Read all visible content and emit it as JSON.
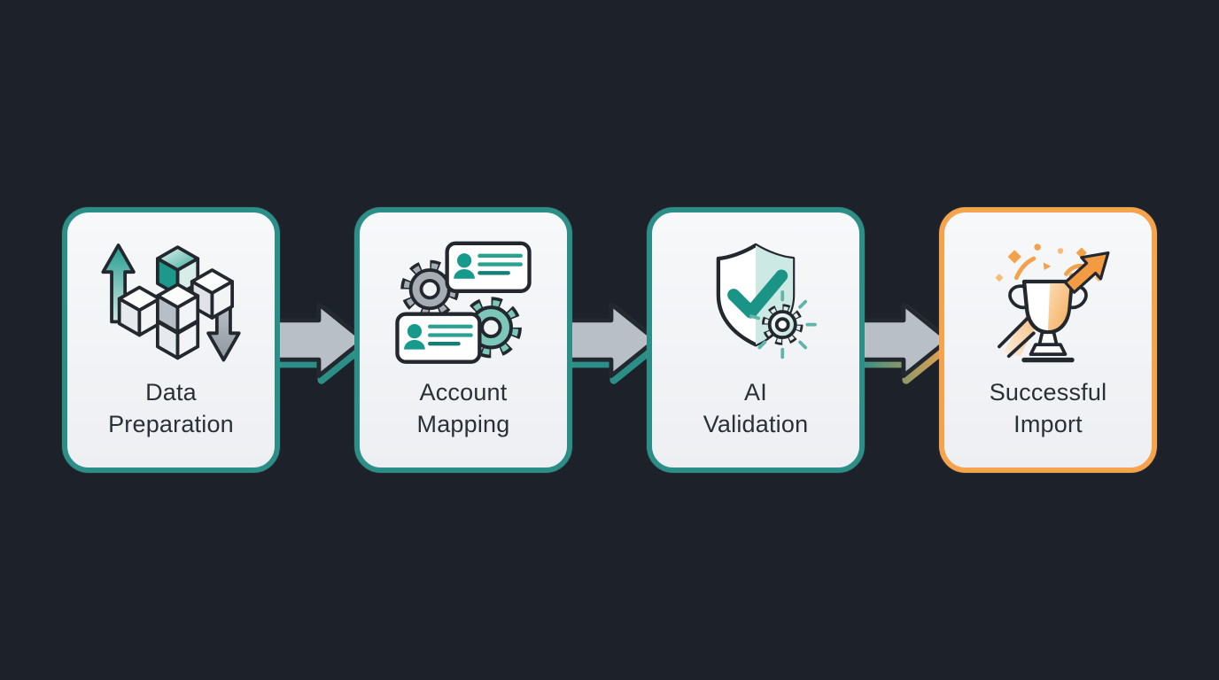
{
  "diagram": {
    "name": "import-process-flow",
    "steps": [
      {
        "id": 1,
        "line1": "Data",
        "line2": "Preparation",
        "icon": "data-cubes-icon",
        "accent": "#2b8e87"
      },
      {
        "id": 2,
        "line1": "Account",
        "line2": "Mapping",
        "icon": "gears-contact-cards-icon",
        "accent": "#2b8e87"
      },
      {
        "id": 3,
        "line1": "AI",
        "line2": "Validation",
        "icon": "shield-check-gear-icon",
        "accent": "#2b8e87"
      },
      {
        "id": 4,
        "line1": "Successful",
        "line2": "Import",
        "icon": "trophy-celebration-icon",
        "accent": "#f5a34c"
      }
    ],
    "connectors": [
      {
        "from": 1,
        "to": 2,
        "outline": "#2b8e87"
      },
      {
        "from": 2,
        "to": 3,
        "outline": "#2b8e87"
      },
      {
        "from": 3,
        "to": 4,
        "outline": "teal-to-orange-gradient"
      }
    ],
    "colors": {
      "background": "#1d2129",
      "card_background": "#f2f3f5",
      "teal_accent": "#2b8e87",
      "orange_accent": "#f5a34c",
      "icon_teal": "#17998c",
      "icon_teal_light": "#7cc7ba",
      "icon_orange": "#f2a24b",
      "arrow_fill": "#b9bfc7",
      "outline_dark": "#23272e",
      "label_text": "#2b3036"
    }
  }
}
